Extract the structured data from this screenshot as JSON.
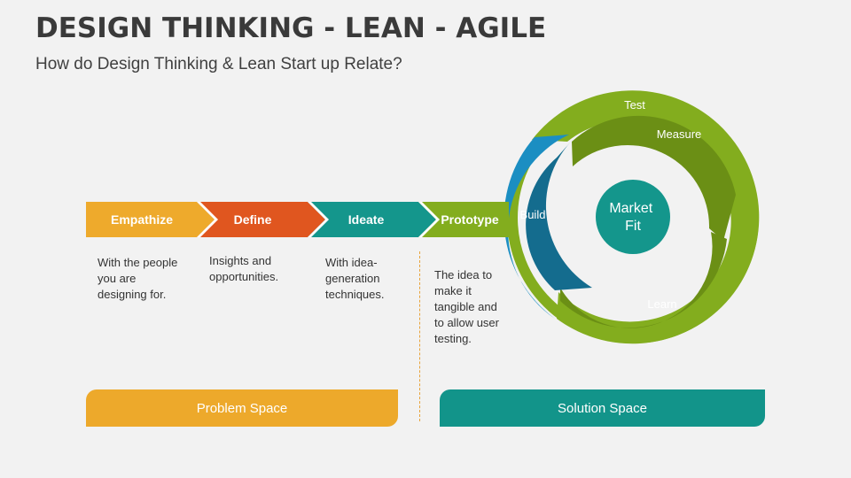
{
  "header": {
    "title": "DESIGN THINKING - LEAN - AGILE",
    "subtitle": "How do Design Thinking & Lean Start up Relate?"
  },
  "steps": [
    {
      "label": "Empathize",
      "color": "#eeaa2c",
      "description": "With the people you are designing for."
    },
    {
      "label": "Define",
      "color": "#e0561f",
      "description": "Insights and opportunities."
    },
    {
      "label": "Ideate",
      "color": "#14968c",
      "description": "With idea-generation techniques."
    },
    {
      "label": "Prototype",
      "color": "#83ad1e",
      "description": "The idea to make it tangible and to allow user testing."
    }
  ],
  "cycle": {
    "center": "Market Fit",
    "stages": {
      "test": "Test",
      "measure": "Measure",
      "learn": "Learn",
      "build": "Build"
    },
    "colors": {
      "outer_green": "#83ad1e",
      "inner_green": "#6b8f15",
      "blue_outer": "#1b8ec2",
      "blue_inner": "#146c8e",
      "center": "#14968c"
    }
  },
  "spaces": {
    "problem": "Problem Space",
    "solution": "Solution Space"
  }
}
